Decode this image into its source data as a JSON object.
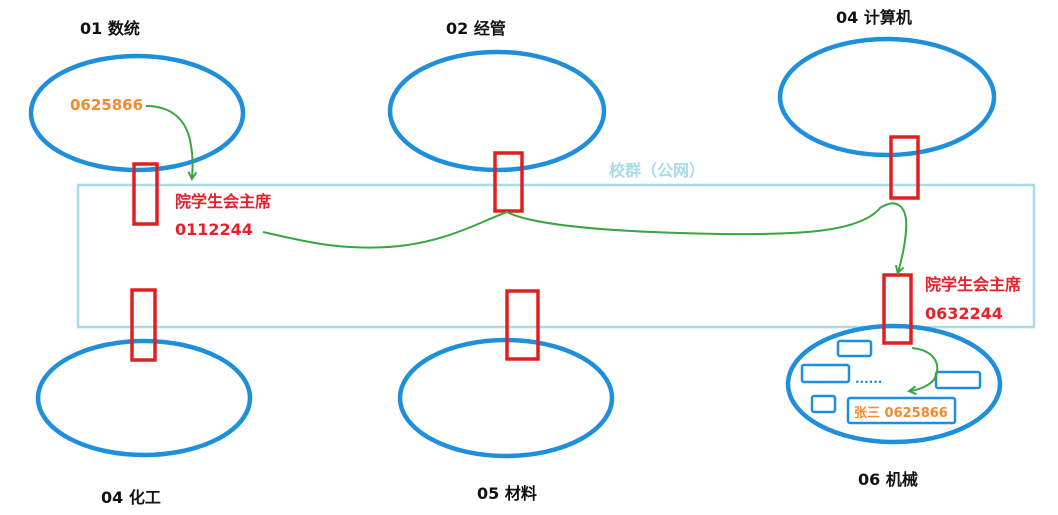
{
  "colors": {
    "ellipse": "#1e8fdc",
    "node_box": "#e02020",
    "network_box": "#a8dce8",
    "network_label": "#a8dce8",
    "arrow": "#3aa641",
    "red_text": "#e8202a",
    "orange_text": "#f28a2e"
  },
  "departments": [
    {
      "label": "01 数统"
    },
    {
      "label": "02 经管"
    },
    {
      "label": "04 计算机"
    },
    {
      "label": "04 化工"
    },
    {
      "label": "05 材料"
    },
    {
      "label": "06 机械"
    }
  ],
  "network": {
    "label": "校群（公网）"
  },
  "left_chair": {
    "title": "院学生会主席",
    "id": "0112244"
  },
  "right_chair": {
    "title": "院学生会主席",
    "id": "0632244"
  },
  "source_id": "0625866",
  "member": {
    "label": "张三 0625866"
  },
  "ellipsis": "......"
}
